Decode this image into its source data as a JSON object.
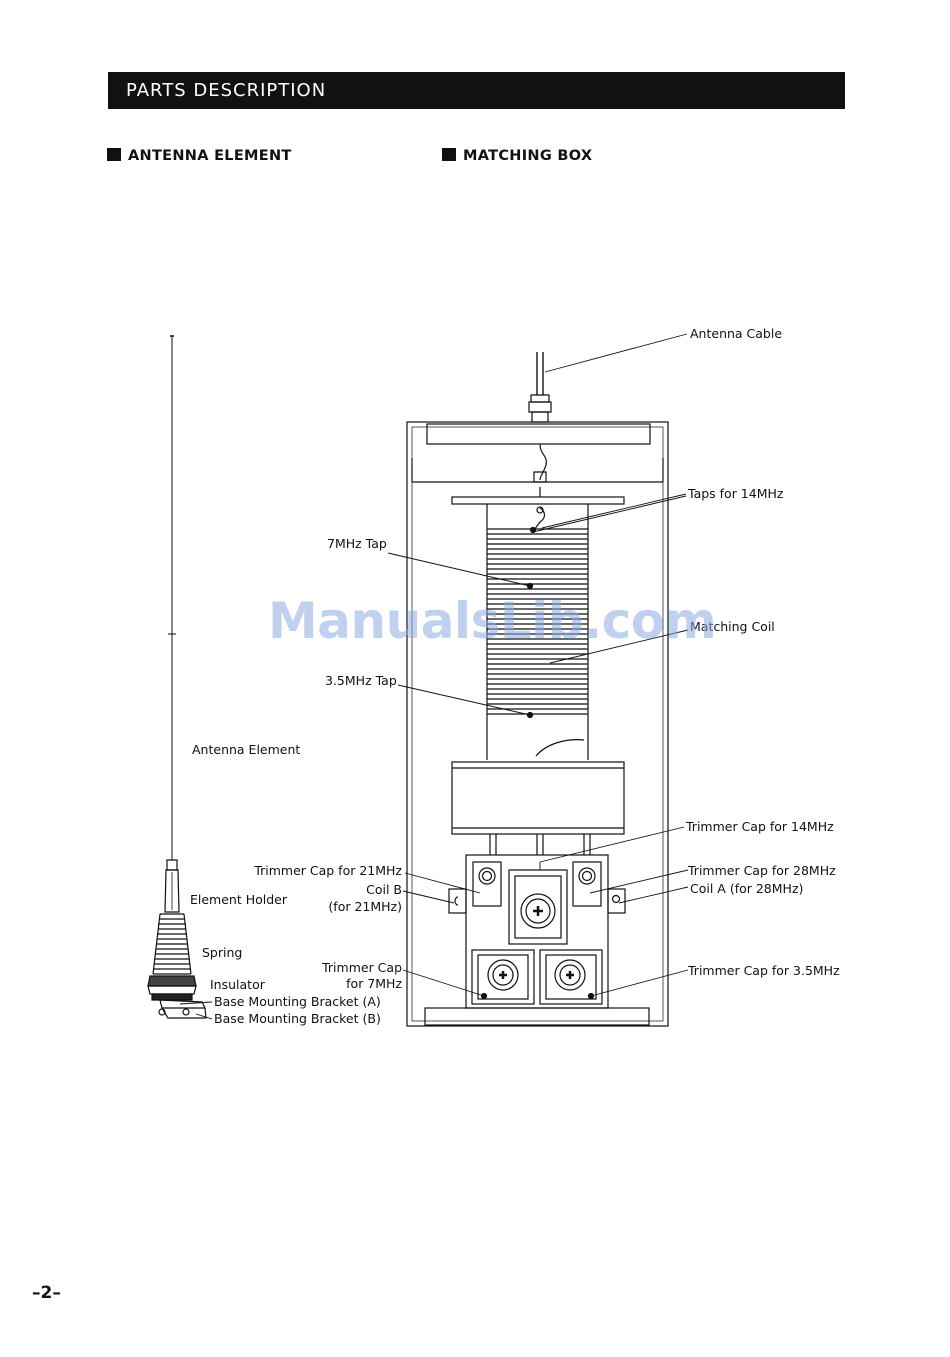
{
  "header": {
    "title": "PARTS DESCRIPTION"
  },
  "sections": {
    "antenna_element": "ANTENNA ELEMENT",
    "matching_box": "MATCHING BOX"
  },
  "antenna_labels": {
    "antenna_element": "Antenna Element",
    "element_holder": "Element Holder",
    "spring": "Spring",
    "insulator": "Insulator",
    "base_bracket_a": "Base Mounting Bracket (A)",
    "base_bracket_b": "Base Mounting Bracket (B)"
  },
  "box_labels": {
    "antenna_cable": "Antenna Cable",
    "taps_14mhz": "Taps for 14MHz",
    "tap_7mhz": "7MHz Tap",
    "matching_coil": "Matching Coil",
    "tap_3_5mhz": "3.5MHz Tap",
    "trimmer_14mhz": "Trimmer Cap for 14MHz",
    "trimmer_21mhz": "Trimmer Cap for 21MHz",
    "trimmer_28mhz": "Trimmer Cap for 28MHz",
    "coil_b": "Coil B",
    "coil_b_note": "(for 21MHz)",
    "coil_a": "Coil A (for 28MHz)",
    "trimmer_7mhz_line1": "Trimmer Cap",
    "trimmer_7mhz_line2": "for 7MHz",
    "trimmer_3_5mhz": "Trimmer Cap for 3.5MHz"
  },
  "watermark": "ManualsLib.com",
  "footer": {
    "page_number": "–2–"
  }
}
